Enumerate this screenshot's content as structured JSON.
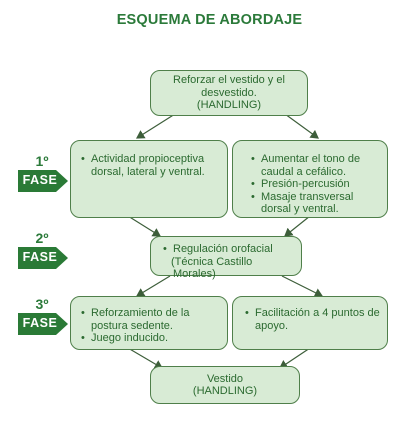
{
  "title": "ESQUEMA DE ABORDAJE",
  "boxes": {
    "top": [
      "Reforzar el vestido y el",
      "desvestido.",
      "(HANDLING)"
    ],
    "phase1_left": [
      "Actividad propioceptiva dorsal, lateral y ventral."
    ],
    "phase1_right": [
      "Aumentar el tono de caudal a cefálico.",
      "Presión-percusión",
      "Masaje transversal dorsal  y ventral."
    ],
    "phase2": [
      "Regulación orofacial",
      "(Técnica Castillo Morales)"
    ],
    "phase3_left": [
      "Reforzamiento de la postura sedente.",
      "Juego inducido."
    ],
    "phase3_right": [
      "Facilitación a 4 puntos de apoyo."
    ],
    "bottom": [
      "Vestido",
      "(HANDLING)"
    ]
  },
  "phases": [
    {
      "number": "1º",
      "label": "FASE"
    },
    {
      "number": "2º",
      "label": "FASE"
    },
    {
      "number": "3º",
      "label": "FASE"
    }
  ],
  "colors": {
    "box_fill": "#d8ebd5",
    "box_border": "#4f7f4a",
    "text": "#2b6a30",
    "title": "#2b7a3a",
    "fase_tag": "#2a7a36",
    "arrow": "#3d5e3a"
  }
}
